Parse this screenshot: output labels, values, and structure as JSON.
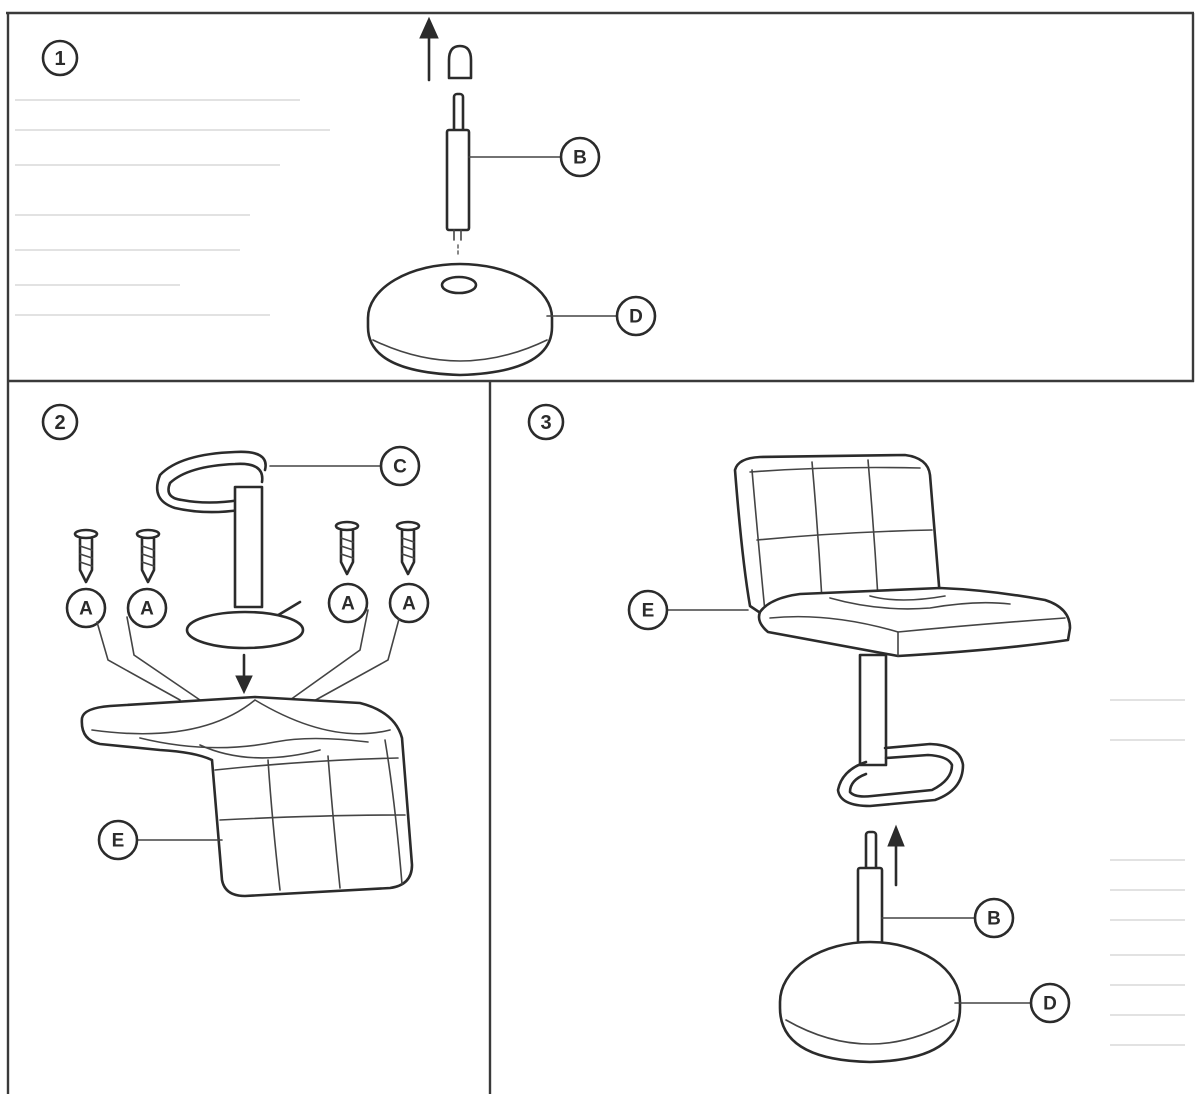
{
  "steps": [
    {
      "number": "1"
    },
    {
      "number": "2"
    },
    {
      "number": "3"
    }
  ],
  "parts": {
    "A": "A",
    "B": "B",
    "C": "C",
    "D": "D",
    "E": "E"
  }
}
